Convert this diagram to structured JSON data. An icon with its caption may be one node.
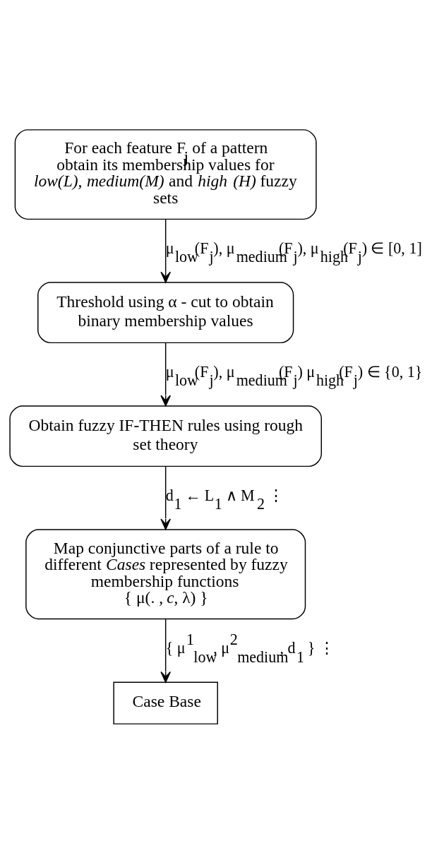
{
  "diagram": {
    "nodes": [
      {
        "text": [
          "For each feature F$_{j}$ of a pattern obtain its membership values for *low(L), medium(M)* and *high (H)* fuzzy sets"
        ]
      },
      {
        "text": [
          "Threshold using α - cut to obtain binary membership values"
        ]
      },
      {
        "text": [
          "Obtain fuzzy IF-THEN rules using rough set theory"
        ]
      },
      {
        "text": [
          "Map conjunctive parts of a rule to different *Cases* represented by fuzzy membership functions",
          "{ μ(. , *c*, λ) }"
        ]
      },
      {
        "text": [
          "Case Base"
        ]
      }
    ],
    "edges": [
      {
        "from": 0,
        "to": 1,
        "arrow": "to",
        "label": "μ$_{low}$(F$_{j}$), μ$_{medium}$(F$_{j}$), μ$_{high}$(F$_{j}$) ∈ [0, 1]"
      },
      {
        "from": 1,
        "to": 2,
        "arrow": "to",
        "label": "μ$_{low}$(F$_{j}$), μ$_{medium}$(F$_{j}$) μ$_{high}$(F$_{j}$) ∈ {0, 1}"
      },
      {
        "from": 2,
        "to": 3,
        "arrow": "to",
        "label": "d$_{1}$ ← L$_{1}$ ∧ M$_{2}$ ⋮"
      },
      {
        "from": 3,
        "to": 4,
        "arrow": "to",
        "label": "{ μ$^{1}$$_{low}$, μ$^{2}$$_{medium}$, d$_{1}$ } ⋮"
      }
    ]
  }
}
